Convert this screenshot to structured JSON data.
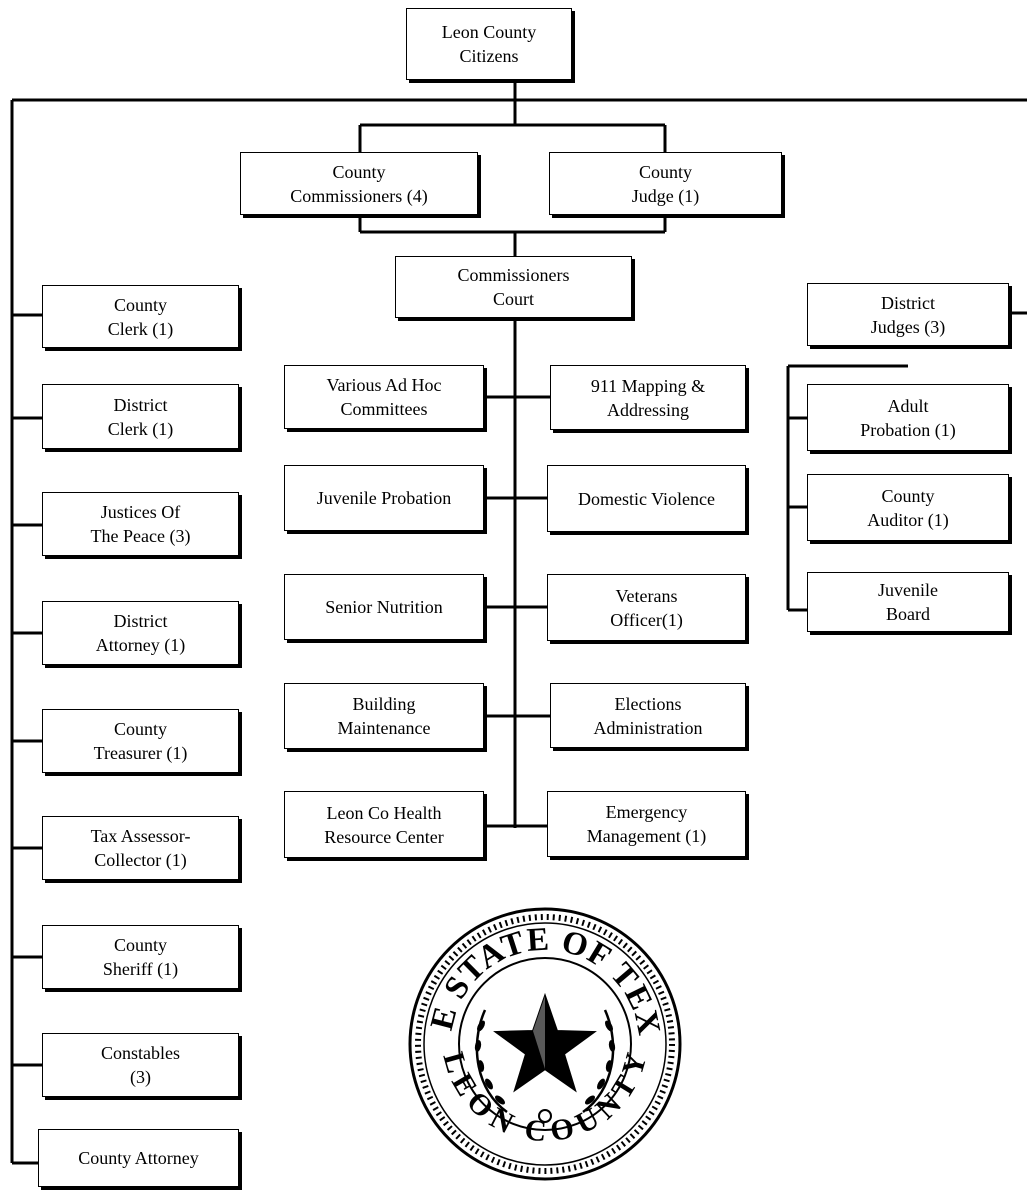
{
  "title_box": {
    "label": "Leon County\nCitizens"
  },
  "top_row": [
    {
      "id": "county-commissioners",
      "label": "County\nCommissioners (4)"
    },
    {
      "id": "county-judge",
      "label": "County\nJudge (1)"
    }
  ],
  "court": {
    "label": "Commissioners\nCourt"
  },
  "left_column": [
    {
      "id": "county-clerk",
      "label": "County\nClerk (1)"
    },
    {
      "id": "district-clerk",
      "label": "District\nClerk (1)"
    },
    {
      "id": "justices-of-the-peace",
      "label": "Justices Of\nThe Peace (3)"
    },
    {
      "id": "district-attorney",
      "label": "District\nAttorney (1)"
    },
    {
      "id": "county-treasurer",
      "label": "County\nTreasurer (1)"
    },
    {
      "id": "tax-assessor-collector",
      "label": "Tax Assessor-\nCollector (1)"
    },
    {
      "id": "county-sheriff",
      "label": "County\nSheriff (1)"
    },
    {
      "id": "constables",
      "label": "Constables\n(3)"
    },
    {
      "id": "county-attorney",
      "label": "County Attorney"
    }
  ],
  "court_left": [
    {
      "id": "ad-hoc-committees",
      "label": "Various Ad Hoc\nCommittees"
    },
    {
      "id": "juvenile-probation",
      "label": "Juvenile Probation"
    },
    {
      "id": "senior-nutrition",
      "label": "Senior Nutrition"
    },
    {
      "id": "building-maintenance",
      "label": "Building\nMaintenance"
    },
    {
      "id": "health-resource-center",
      "label": "Leon Co Health\nResource Center"
    }
  ],
  "court_right": [
    {
      "id": "mapping-addressing",
      "label": "911 Mapping &\nAddressing"
    },
    {
      "id": "domestic-violence",
      "label": "Domestic Violence"
    },
    {
      "id": "veterans-officer",
      "label": "Veterans\nOfficer(1)"
    },
    {
      "id": "elections-administration",
      "label": "Elections\nAdministration"
    },
    {
      "id": "emergency-management",
      "label": "Emergency\nManagement (1)"
    }
  ],
  "district": {
    "label": "District\nJudges (3)"
  },
  "district_column": [
    {
      "id": "adult-probation",
      "label": "Adult\nProbation (1)"
    },
    {
      "id": "county-auditor",
      "label": "County\nAuditor (1)"
    },
    {
      "id": "juvenile-board",
      "label": "Juvenile\nBoard"
    }
  ],
  "seal": {
    "top_text": "THE STATE OF TEXAS",
    "bottom_text": "LEON COUNTY"
  }
}
